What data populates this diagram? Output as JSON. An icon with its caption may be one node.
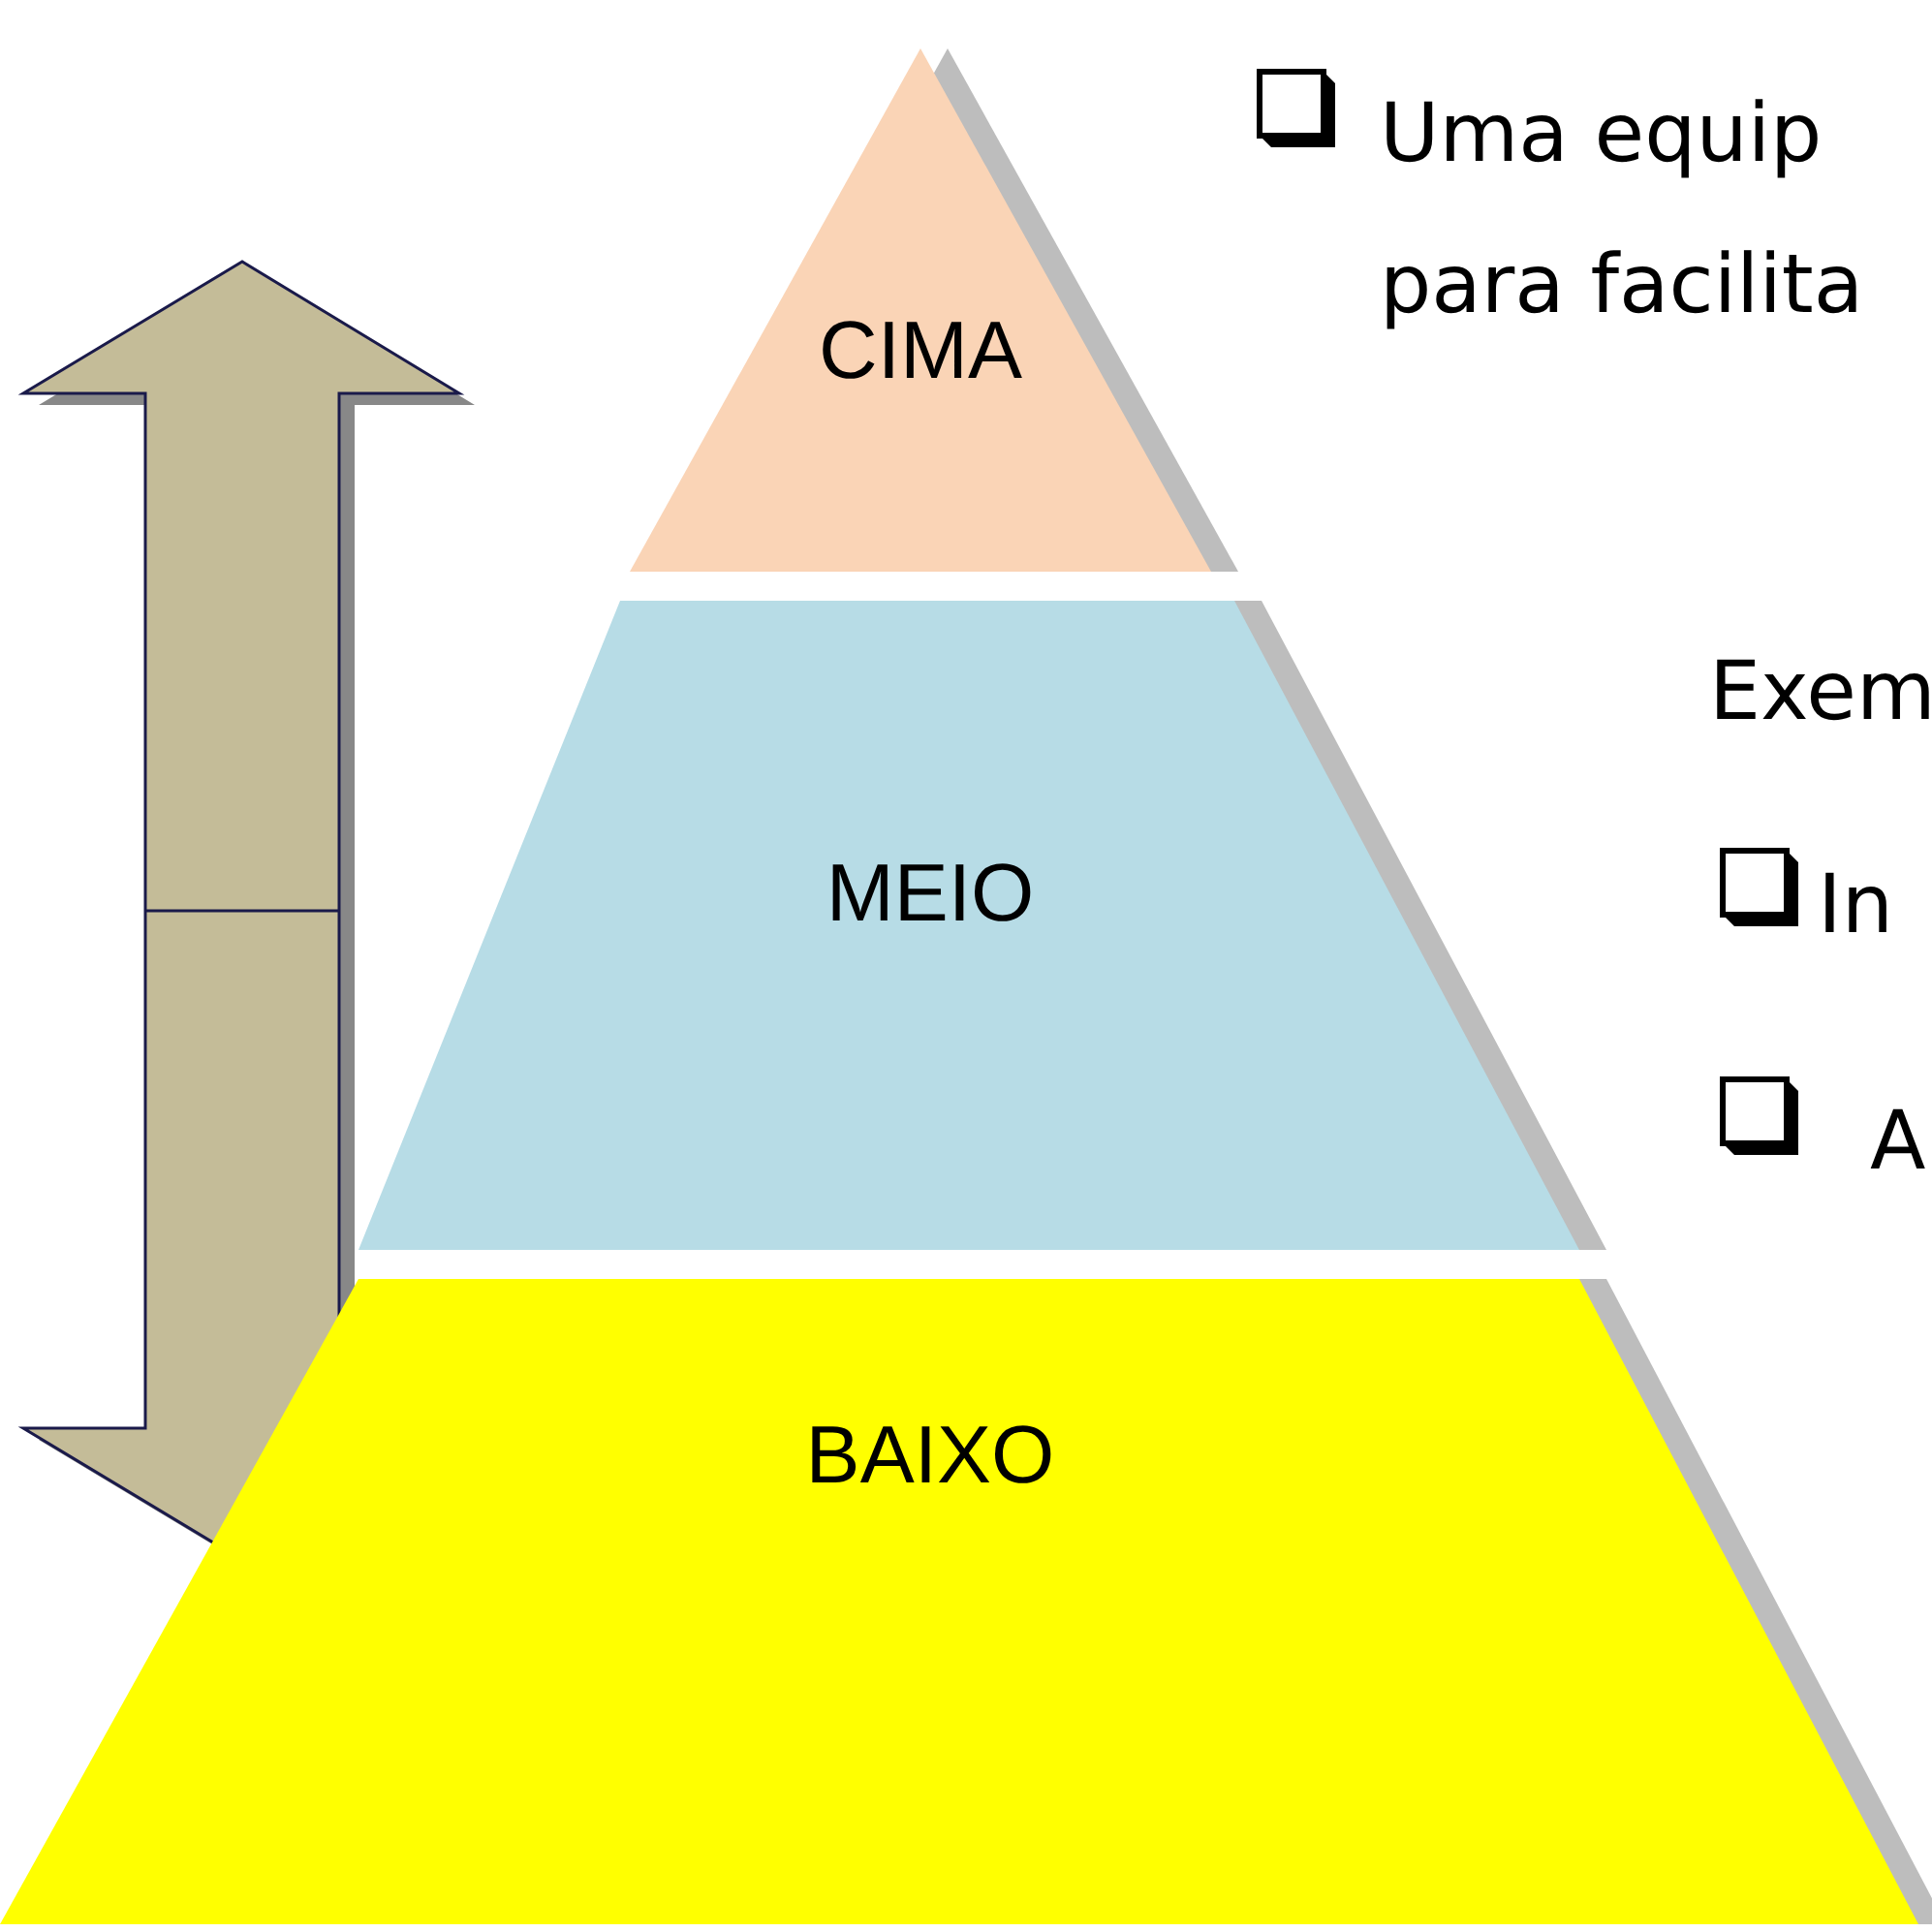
{
  "diagram": {
    "nodes": [
      {
        "text": [
          "CIMA"
        ]
      },
      {
        "text": [
          "MEIO"
        ]
      },
      {
        "text": [
          "BAIXO"
        ]
      }
    ],
    "labels": [
      "Uma equip para facilita",
      "Exem",
      "In",
      "A"
    ]
  }
}
